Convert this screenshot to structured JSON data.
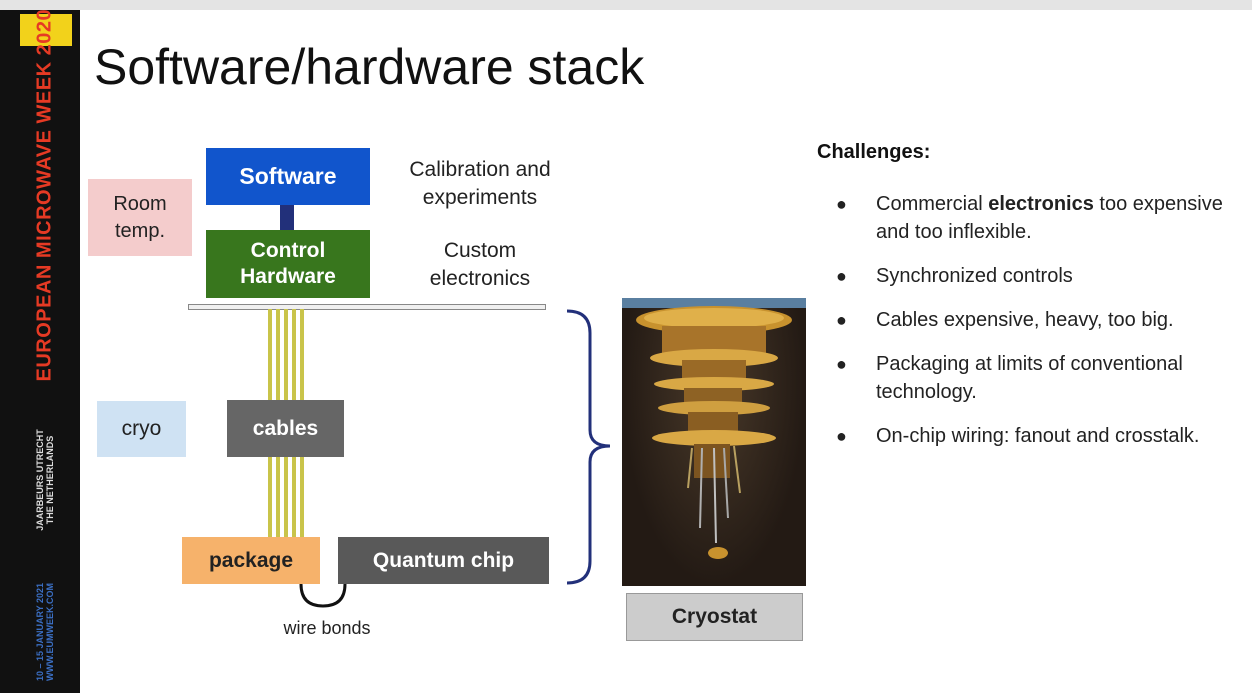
{
  "slide": {
    "title": "Software/hardware stack",
    "sidebar": {
      "event": "EUROPEAN MICROWAVE WEEK 2020",
      "venue_line1": "JAARBEURS UTRECHT",
      "venue_line2": "THE NETHERLANDS",
      "dates_line1": "10 – 15 JANUARY 2021",
      "dates_line2": "WWW.EUMWEEK.COM"
    },
    "diagram": {
      "software": "Software",
      "control_hardware": "Control Hardware",
      "room_temp": "Room temp.",
      "calibration": "Calibration and experiments",
      "custom_electronics": "Custom electronics",
      "cryo": "cryo",
      "cables": "cables",
      "package": "package",
      "quantum_chip": "Quantum chip",
      "wire_bonds": "wire bonds",
      "cryostat": "Cryostat"
    },
    "challenges": {
      "heading": "Challenges:",
      "items": [
        {
          "pre": "Commercial ",
          "bold": "electronics",
          "post": " too expensive and too inflexible."
        },
        {
          "pre": "Synchronized controls",
          "bold": "",
          "post": ""
        },
        {
          "pre": "Cables expensive, heavy, too big.",
          "bold": "",
          "post": ""
        },
        {
          "pre": "Packaging at limits of conventional technology.",
          "bold": "",
          "post": ""
        },
        {
          "pre": "On-chip wiring: fanout and crosstalk.",
          "bold": "",
          "post": ""
        }
      ]
    },
    "colors": {
      "software": "#1155cc",
      "control_hardware": "#38761d",
      "room_temp": "#f4cccc",
      "cryo": "#cfe2f3",
      "package": "#f6b26b",
      "quantum_chip": "#595959",
      "cables": "#666666",
      "brace": "#22307a",
      "event_text": "#e63a24"
    }
  }
}
